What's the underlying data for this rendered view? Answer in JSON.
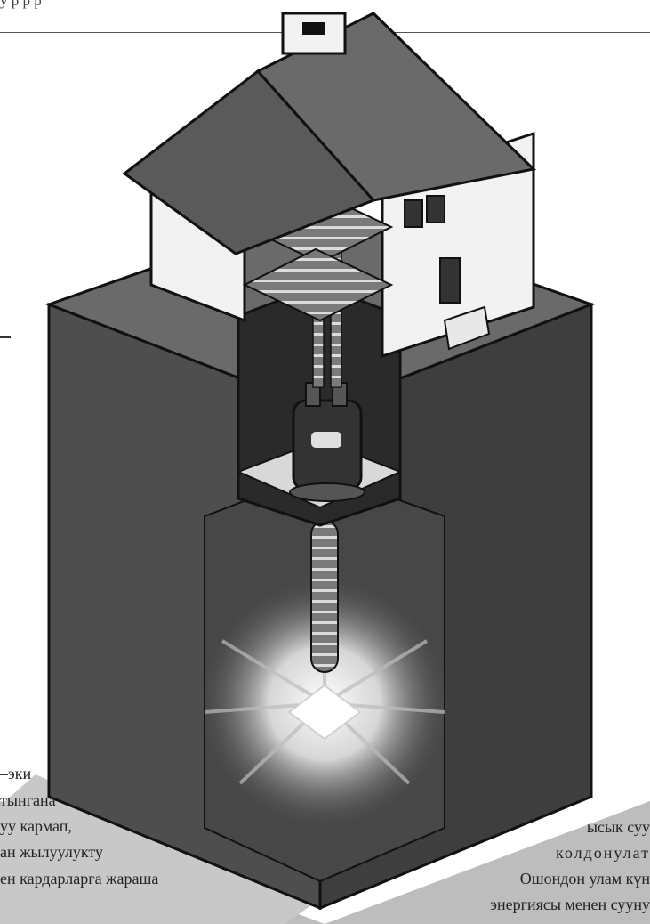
{
  "header": {
    "fragment": "у            р        р          р"
  },
  "left_column": {
    "lines": [
      "–эки",
      "тынгана",
      "уу      кармап,",
      "ан       жылуулукту",
      "ен кардарларга жараша"
    ]
  },
  "right_column": {
    "lines": [
      "ысык  суу",
      "колдонулат",
      "Ошондон улам күн",
      "энергиясы менен сууну"
    ]
  },
  "illustration": {
    "subject": "house-geothermal-heat-pump-cutaway",
    "colors": {
      "ground_top": "#6a6a6a",
      "ground_front": "#4e4e4e",
      "ground_side": "#3b3b3b",
      "roof": "#5a5a5a",
      "wall": "#f2f2f2",
      "shadow": "#bdbdbd"
    }
  }
}
